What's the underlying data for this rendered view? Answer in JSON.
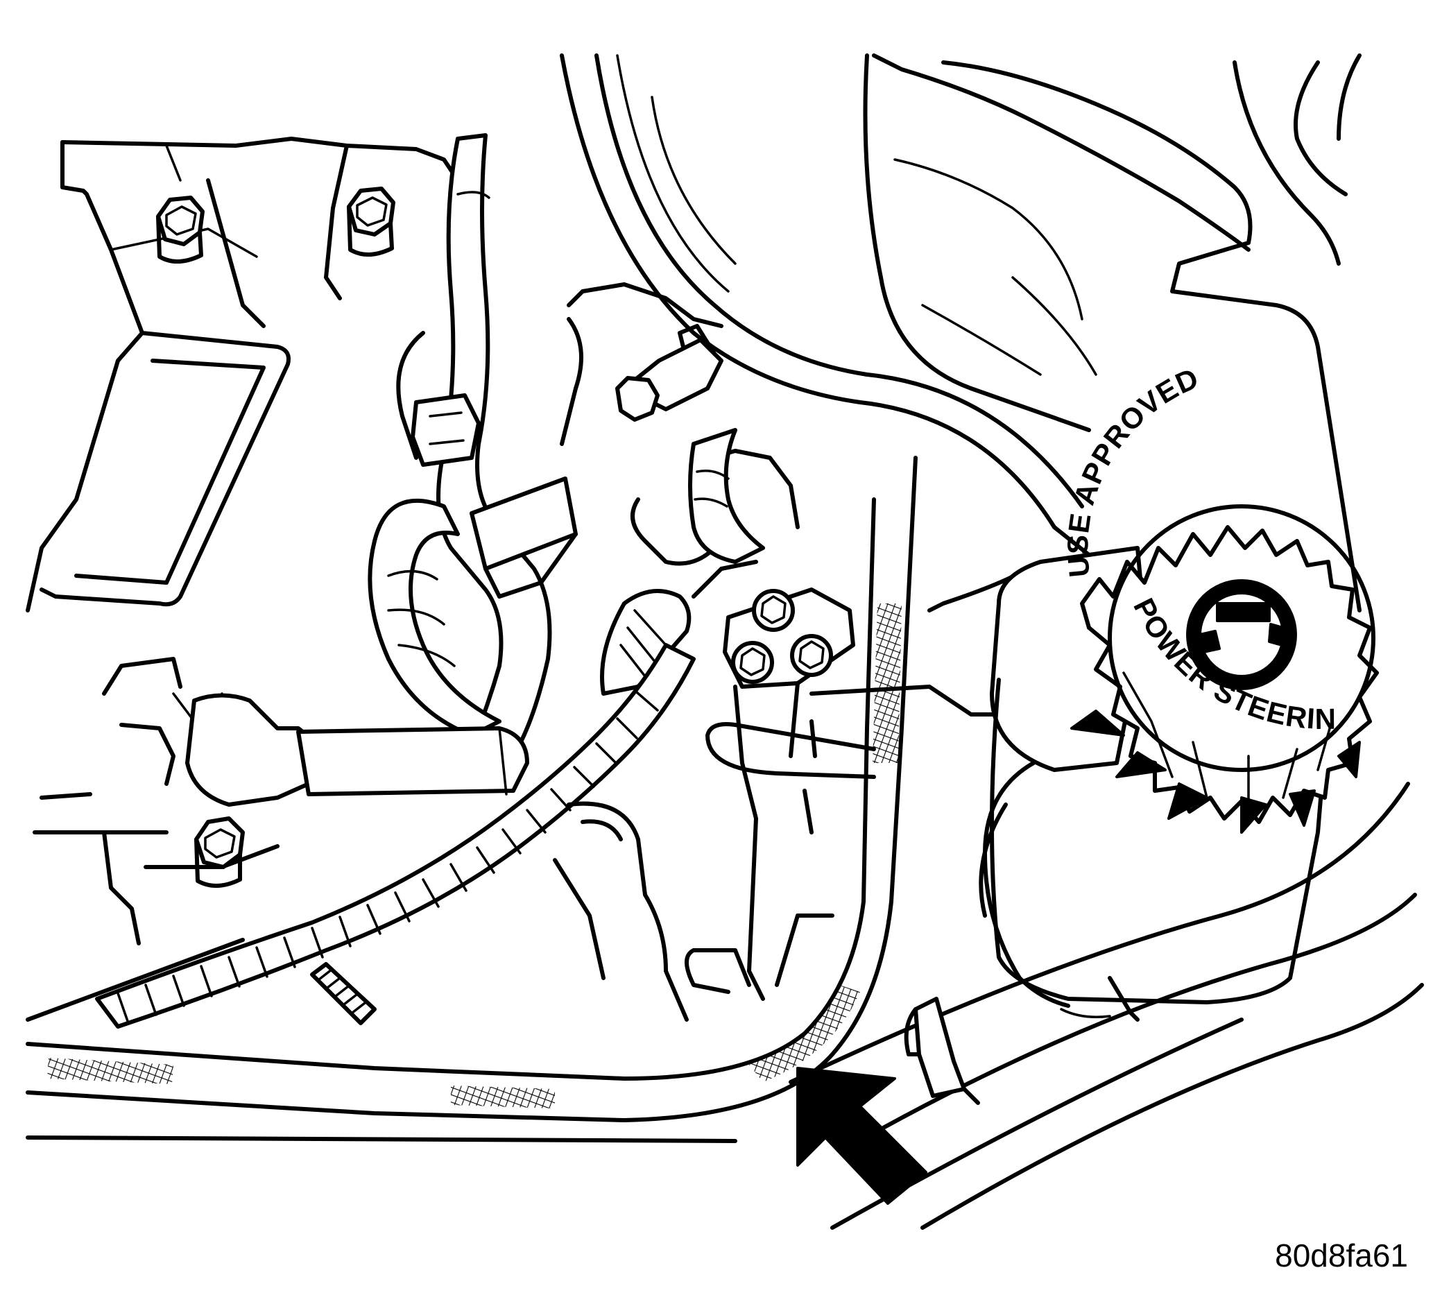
{
  "cap_label": {
    "line_top": "USE APPROVED",
    "line_bottom": "POWER STEERING FLUID"
  },
  "figure_id": "80d8fa61",
  "colors": {
    "ink": "#000000",
    "paper": "#ffffff"
  }
}
